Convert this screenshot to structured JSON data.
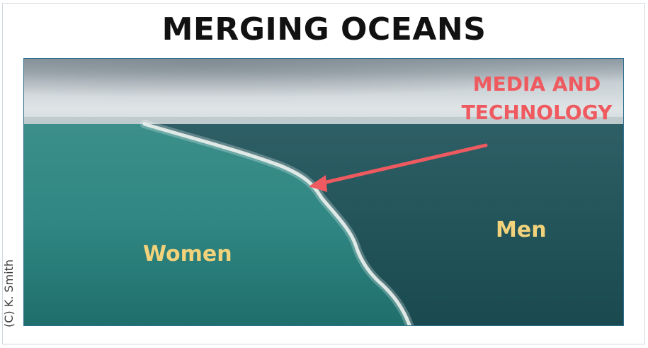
{
  "title": "MERGING OCEANS",
  "labels": {
    "left": "Women",
    "right": "Men",
    "callout_line1": "MEDIA AND",
    "callout_line2": "TECHNOLOGY"
  },
  "credit": "(C) K. Smith",
  "colors": {
    "title": "#111111",
    "label": "#f2d27a",
    "callout": "#ee5a5f",
    "left_water": "#2f8b86",
    "right_water": "#1f5359",
    "sky": "#bcc6cb"
  }
}
